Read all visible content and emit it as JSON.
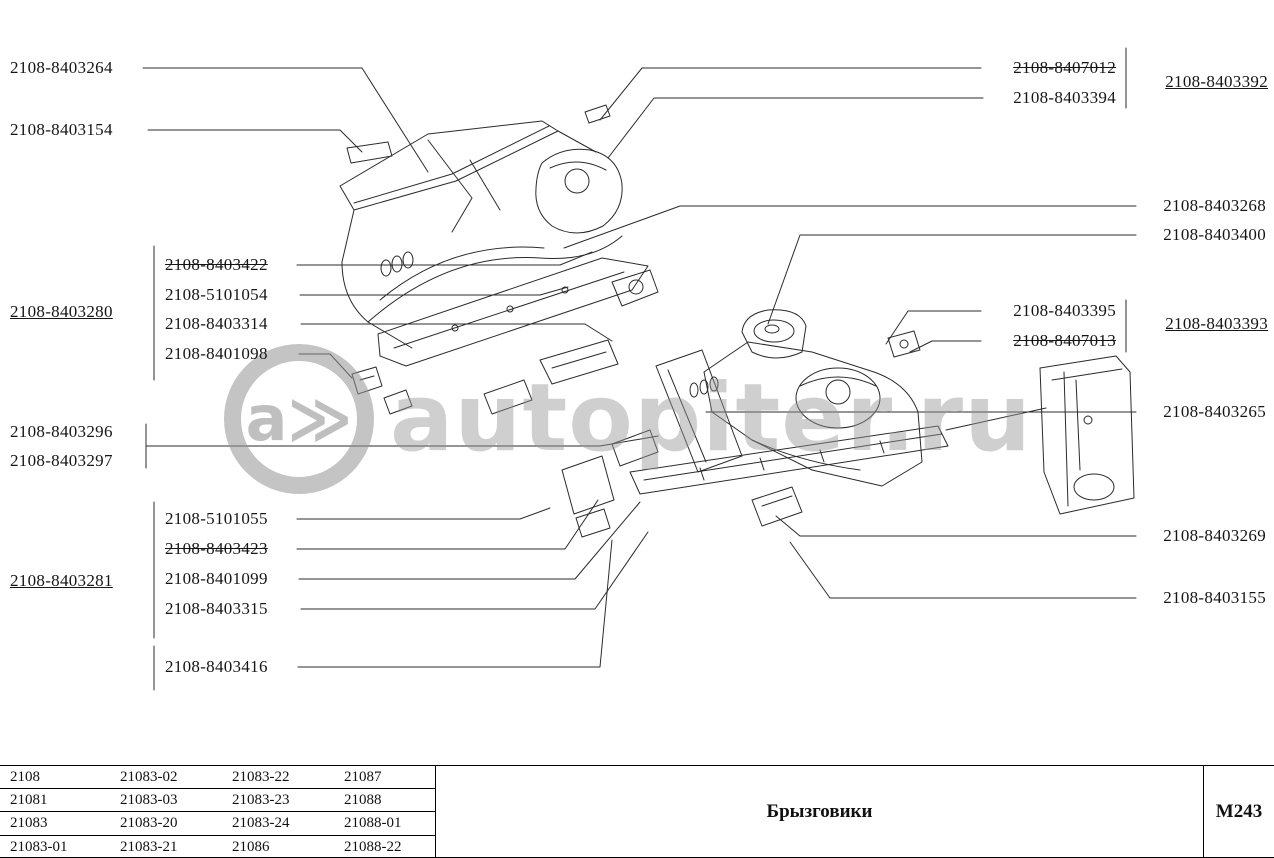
{
  "colors": {
    "line": "#2b2b2b",
    "watermark": "#949494"
  },
  "watermark": {
    "logo": "a≫",
    "text": "autopiter.ru"
  },
  "labels": {
    "k8403264": "2108-8403264",
    "k8403154": "2108-8403154",
    "k8403280": "2108-8403280",
    "k8403422": "2108-8403422",
    "k5101054": "2108-5101054",
    "k8403314": "2108-8403314",
    "k8401098": "2108-8401098",
    "k8403296": "2108-8403296",
    "k8403297": "2108-8403297",
    "k8403281": "2108-8403281",
    "k5101055": "2108-5101055",
    "k8403423": "2108-8403423",
    "k8401099": "2108-8401099",
    "k8403315": "2108-8403315",
    "k8403416": "2108-8403416",
    "k8407012": "2108-8407012",
    "k8403394": "2108-8403394",
    "k8403392": "2108-8403392",
    "k8403268": "2108-8403268",
    "k8403400": "2108-8403400",
    "k8403395": "2108-8403395",
    "k8407013": "2108-8407013",
    "k8403393": "2108-8403393",
    "k8403265": "2108-8403265",
    "k8403269": "2108-8403269",
    "k8403155": "2108-8403155"
  },
  "footer": {
    "models": [
      [
        "2108",
        "21083-02",
        "21083-22",
        "21087"
      ],
      [
        "21081",
        "21083-03",
        "21083-23",
        "21088"
      ],
      [
        "21083",
        "21083-20",
        "21083-24",
        "21088-01"
      ],
      [
        "21083-01",
        "21083-21",
        "21086",
        "21088-22"
      ]
    ],
    "title": "Брызговики",
    "code": "М243"
  }
}
